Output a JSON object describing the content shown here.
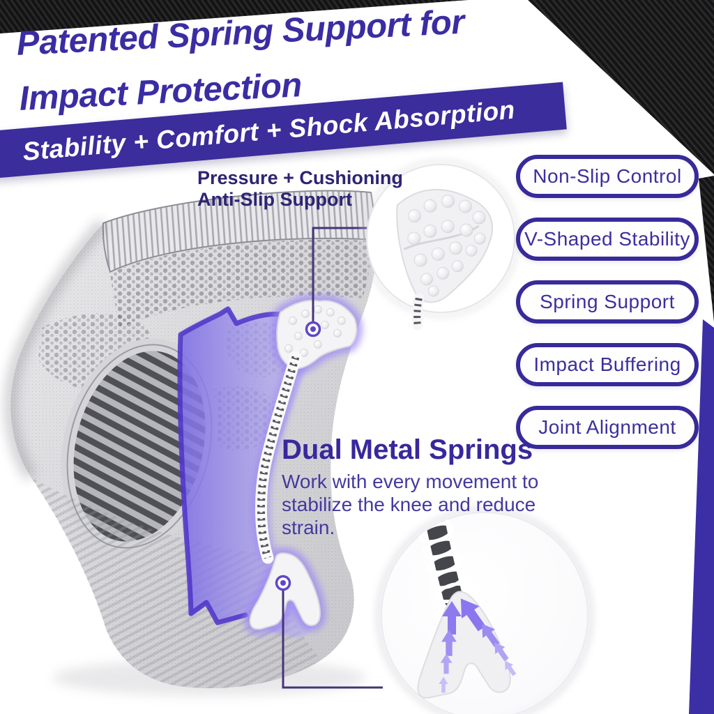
{
  "header": {
    "title_line1": "Patented Spring Support for",
    "title_line2": "Impact Protection",
    "banner": "Stability + Comfort + Shock Absorption"
  },
  "callout_top": {
    "line1": "Pressure + Cushioning",
    "line2": "Anti-Slip Support"
  },
  "callout_dual": {
    "heading": "Dual Metal Springs",
    "body_lines": [
      "Work with every movement to",
      "stabilize the knee and reduce",
      "strain."
    ]
  },
  "features": {
    "items": [
      {
        "label": "Non-Slip Control"
      },
      {
        "label": "V-Shaped Stability"
      },
      {
        "label": "Spring Support"
      },
      {
        "label": "Impact Buffering"
      },
      {
        "label": "Joint Alignment"
      }
    ]
  },
  "icons": {
    "target_marker": "circle-dot",
    "up_arrow": "arrow-up"
  },
  "colors": {
    "headline": "#3a2da3",
    "banner_bg": "#3b2d9b",
    "banner_text": "#ffffff",
    "pill_border": "#372a9a",
    "pill_text": "#3c2f9e",
    "dark_label": "#2d2473",
    "body_text": "#44399f",
    "highlight_purple": "#7e6fe4",
    "outline_purple": "#4f33c8",
    "arrow_purple": "#8d7aee",
    "stripe_black": "#161616",
    "edge_purple": "#3c2fa6"
  }
}
